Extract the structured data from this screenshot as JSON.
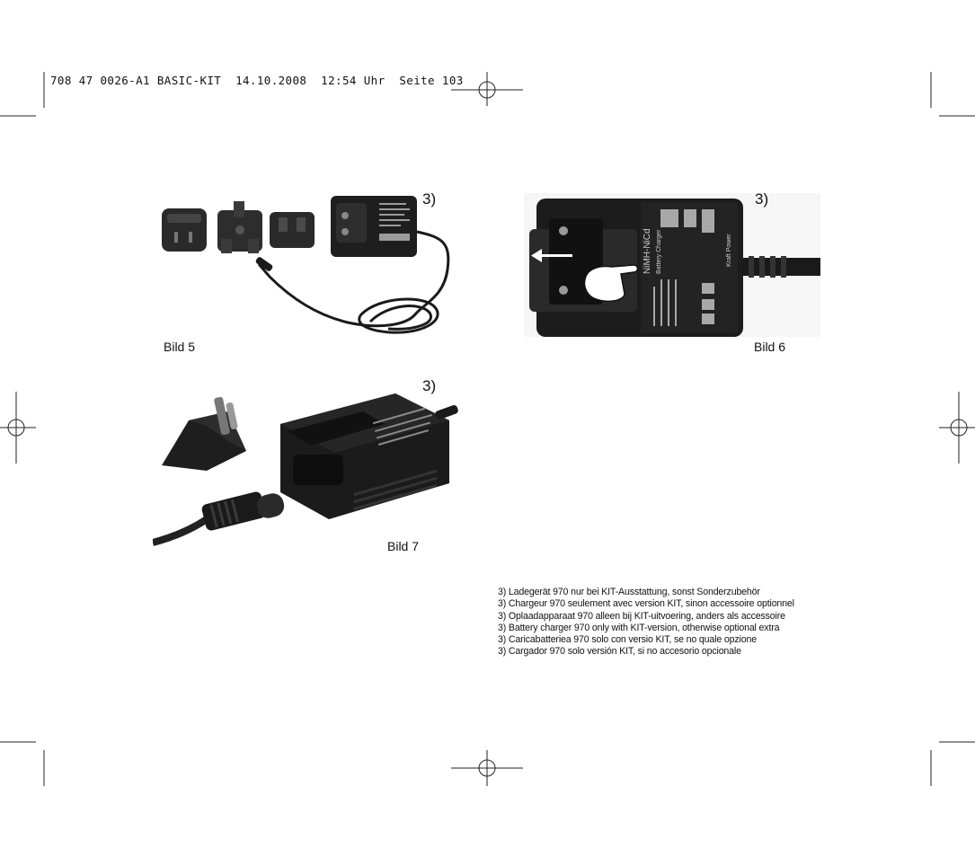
{
  "header": {
    "slug": "708 47 0026-A1 BASIC-KIT  14.10.2008  12:54 Uhr  Seite 103"
  },
  "figures": [
    {
      "ref": "3)",
      "caption": "Bild 5"
    },
    {
      "ref": "3)",
      "caption": "Bild 6"
    },
    {
      "ref": "3)",
      "caption": "Bild 7"
    }
  ],
  "charger_label": {
    "title": "NiMH-NiCd",
    "subtitle": "Battery Charger",
    "brand": "Kraft Power"
  },
  "footnotes": [
    "3) Ladegerät 970 nur bei KIT-Ausstattung, sonst Sonderzubehör",
    "3) Chargeur 970 seulement avec version KIT, sinon accessoire optionnel",
    "3) Oplaadapparaat 970 alleen bij KIT-uitvoering, anders als accessoire",
    "3) Battery charger 970 only with KIT-version, otherwise optional extra",
    "3) Caricabatteriea 970 solo con versio KIT, se no quale opzione",
    "3) Cargador 970 solo versión KIT, si no accesorio opcionale"
  ]
}
